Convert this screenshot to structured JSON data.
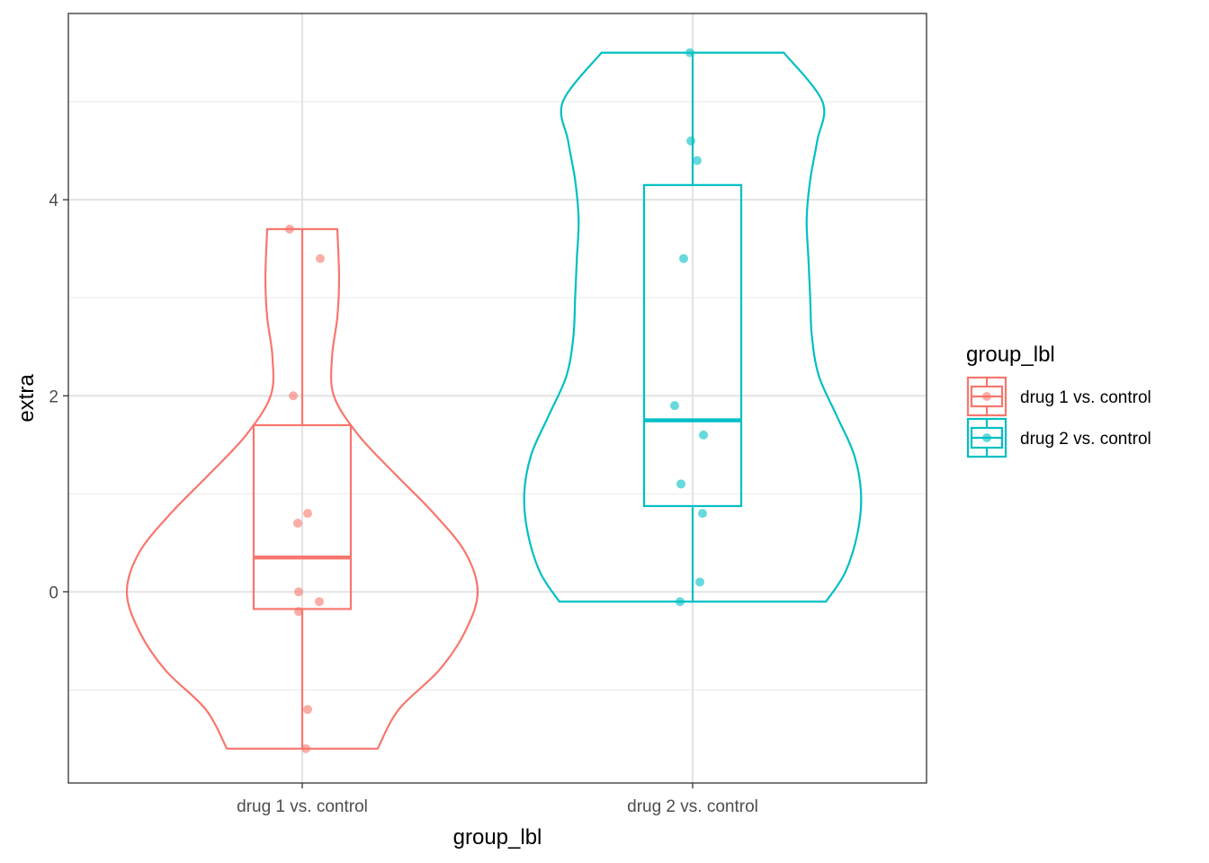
{
  "chart_data": {
    "type": "violin",
    "overlay": [
      "boxplot",
      "jitter-points"
    ],
    "title": "",
    "xlabel": "group_lbl",
    "ylabel": "extra",
    "ylim": [
      -1.95,
      5.9
    ],
    "y_ticks": [
      0,
      2,
      4
    ],
    "y_tick_labels": [
      "0",
      "2",
      "4"
    ],
    "grid": true,
    "legend": {
      "title": "group_lbl",
      "position": "right",
      "entries": [
        "drug 1 vs. control",
        "drug 2 vs. control"
      ]
    },
    "categories": [
      "drug 1 vs. control",
      "drug 2 vs. control"
    ],
    "series": [
      {
        "name": "drug 1 vs. control",
        "color": "#F8766D",
        "values": [
          0.7,
          -1.6,
          -0.2,
          -1.2,
          -0.1,
          3.4,
          3.7,
          0.8,
          0.0,
          2.0
        ],
        "box": {
          "min": -1.6,
          "q1": -0.175,
          "median": 0.35,
          "q3": 1.7,
          "max": 3.7
        },
        "violin_profile": [
          [
            -1.6,
            0.43
          ],
          [
            -1.2,
            0.55
          ],
          [
            -0.8,
            0.78
          ],
          [
            -0.4,
            0.93
          ],
          [
            0.0,
            1.0
          ],
          [
            0.4,
            0.93
          ],
          [
            0.8,
            0.75
          ],
          [
            1.2,
            0.53
          ],
          [
            1.6,
            0.32
          ],
          [
            2.0,
            0.18
          ],
          [
            2.4,
            0.17
          ],
          [
            2.8,
            0.2
          ],
          [
            3.2,
            0.21
          ],
          [
            3.7,
            0.2
          ]
        ]
      },
      {
        "name": "drug 2 vs. control",
        "color": "#00BFC4",
        "values": [
          1.9,
          0.8,
          1.1,
          0.1,
          -0.1,
          4.4,
          5.5,
          1.6,
          4.6,
          3.4
        ],
        "box": {
          "min": -0.1,
          "q1": 0.875,
          "median": 1.75,
          "q3": 4.15,
          "max": 5.5
        },
        "violin_profile": [
          [
            -0.1,
            0.76
          ],
          [
            0.2,
            0.87
          ],
          [
            0.6,
            0.94
          ],
          [
            1.0,
            0.96
          ],
          [
            1.4,
            0.92
          ],
          [
            1.8,
            0.82
          ],
          [
            2.2,
            0.72
          ],
          [
            2.6,
            0.68
          ],
          [
            3.0,
            0.67
          ],
          [
            3.4,
            0.66
          ],
          [
            3.8,
            0.65
          ],
          [
            4.2,
            0.67
          ],
          [
            4.6,
            0.71
          ],
          [
            5.0,
            0.74
          ],
          [
            5.5,
            0.52
          ]
        ]
      }
    ]
  }
}
